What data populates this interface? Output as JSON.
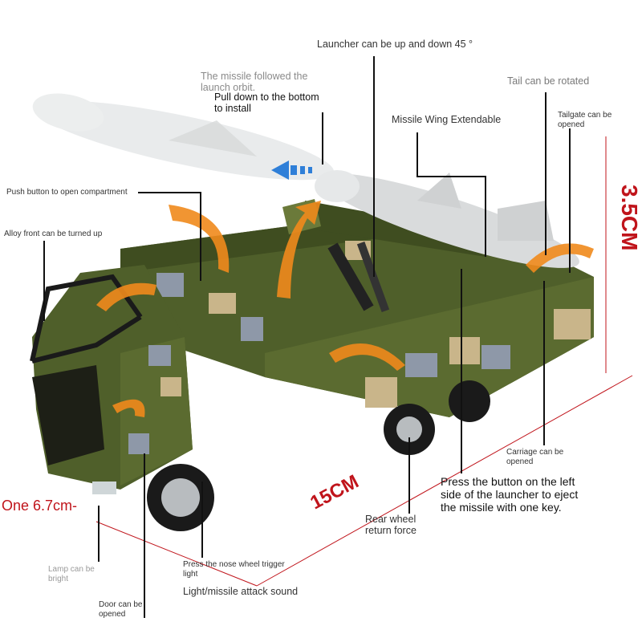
{
  "colors": {
    "body_green": "#4f5f2a",
    "dark_green": "#37441c",
    "camo_light": "#c9b58a",
    "camo_grey": "#8e98a8",
    "missile": "#d9dbdc",
    "arrow_orange": "#f08a1c",
    "arrow_blue": "#2f7fd8",
    "dimension_red": "#c0141b",
    "pointer_black": "#111111"
  },
  "labels": {
    "launcher": "Launcher can be up and down 45 °",
    "missile_orbit": "The missile followed the\nlaunch orbit.",
    "pull_down": "Pull down to the bottom\nto install",
    "tail_rotated": "Tail can be rotated",
    "wing": "Missile Wing Extendable",
    "tailgate": "Tailgate can be\nopened",
    "push_button": "Push button to open compartment",
    "alloy_front": "Alloy front can be turned up",
    "carriage": "Carriage can be\nopened",
    "press_button": "Press the button on the left\nside of the launcher to eject\nthe missile with one key.",
    "rear_wheel": "Rear wheel\nreturn force",
    "lamp": "Lamp can be\nbright",
    "nose_wheel": "Press the nose wheel trigger\nlight",
    "door": "Door can be\nopened",
    "sound": "Light/missile attack sound"
  },
  "dimensions": {
    "height": "3.5CM",
    "length": "15CM",
    "width": "One 6.7cm-"
  }
}
